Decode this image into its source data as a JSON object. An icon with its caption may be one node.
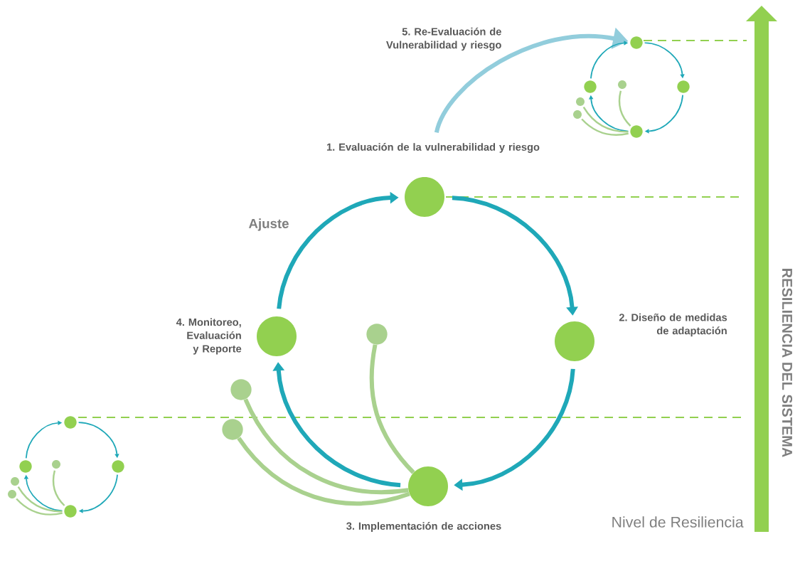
{
  "diagram": {
    "nodes": [
      {
        "text": [
          "1. Evaluación de la vulnerabilidad y riesgo"
        ]
      },
      {
        "text": [
          "2. Diseño de medidas de adaptación"
        ]
      },
      {
        "text": [
          "3. Implementación de acciones"
        ]
      },
      {
        "text": [
          "4. Monitoreo, Evaluación y Reporte"
        ]
      },
      {
        "text": [],
        "shape": "circle"
      },
      {
        "text": [],
        "shape": "circle"
      },
      {
        "text": [],
        "shape": "circle"
      },
      {
        "text": [],
        "shape": "circle"
      },
      {
        "text": [],
        "shape": "circle"
      },
      {
        "text": [],
        "shape": "circle"
      },
      {
        "text": [],
        "shape": "circle"
      },
      {
        "text": [],
        "shape": "circle"
      },
      {
        "text": [],
        "shape": "circle"
      },
      {
        "text": [],
        "shape": "circle"
      },
      {
        "text": [],
        "shape": "circle"
      },
      {
        "text": [],
        "shape": "circle"
      },
      {
        "text": [],
        "shape": "circle"
      },
      {
        "text": [],
        "shape": "circle"
      },
      {
        "text": [],
        "shape": "circle"
      },
      {
        "text": [],
        "shape": "circle"
      },
      {
        "text": [],
        "shape": "circle"
      }
    ],
    "edges": [
      {
        "from": 0,
        "to": 1,
        "arrow": "to",
        "style": "thick"
      },
      {
        "from": 1,
        "to": 2,
        "arrow": "to",
        "style": "thick"
      },
      {
        "from": 2,
        "to": 3,
        "arrow": "to",
        "style": "thick"
      },
      {
        "from": 3,
        "to": 0,
        "arrow": "to",
        "style": "thick",
        "label": "Ajuste"
      },
      {
        "from": 2,
        "to": 4,
        "arrow": "none",
        "style": "thick",
        "color": "#a9d18e"
      },
      {
        "from": 2,
        "to": 5,
        "arrow": "none",
        "style": "thick",
        "color": "#a9d18e"
      },
      {
        "from": 2,
        "to": 6,
        "arrow": "none",
        "style": "thick",
        "color": "#a9d18e"
      },
      {
        "from": 0,
        "to": 7,
        "arrow": "to",
        "style": "thick",
        "color": "#92cddc",
        "label": "5. Re-Evaluación de Vulnerabilidad y riesgo"
      },
      {
        "from": 7,
        "to": 8,
        "arrow": "to"
      },
      {
        "from": 8,
        "to": 9,
        "arrow": "to"
      },
      {
        "from": 9,
        "to": 10,
        "arrow": "to"
      },
      {
        "from": 10,
        "to": 7,
        "arrow": "to"
      },
      {
        "from": 9,
        "to": 11,
        "arrow": "none",
        "color": "#a9d18e"
      },
      {
        "from": 9,
        "to": 12,
        "arrow": "none",
        "color": "#a9d18e"
      },
      {
        "from": 9,
        "to": 13,
        "arrow": "none",
        "color": "#a9d18e"
      },
      {
        "from": 14,
        "to": 15,
        "arrow": "to"
      },
      {
        "from": 15,
        "to": 16,
        "arrow": "to"
      },
      {
        "from": 16,
        "to": 17,
        "arrow": "to"
      },
      {
        "from": 17,
        "to": 14,
        "arrow": "to"
      },
      {
        "from": 16,
        "to": 18,
        "arrow": "none",
        "color": "#a9d18e"
      },
      {
        "from": 16,
        "to": 19,
        "arrow": "none",
        "color": "#a9d18e"
      },
      {
        "from": 16,
        "to": 20,
        "arrow": "none",
        "color": "#a9d18e"
      }
    ],
    "labels": [
      "RESILIENCIA DEL SISTEMA",
      "Nivel de Resiliencia"
    ]
  }
}
